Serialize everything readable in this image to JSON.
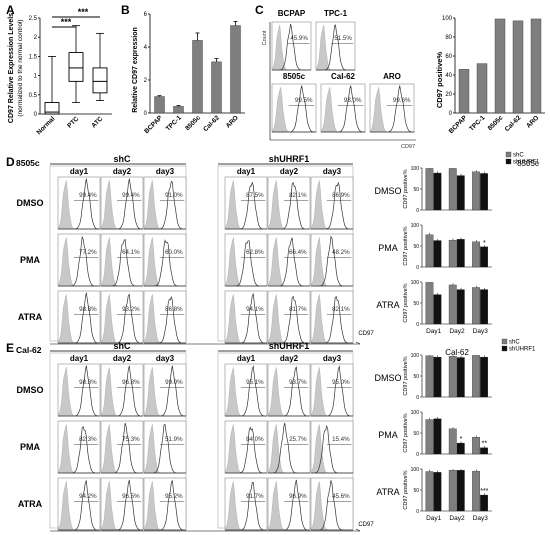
{
  "panels": {
    "A": {
      "letter": "A",
      "ylabel": "CD97 Relative Expression Levels",
      "ylabel2": "(normalized to the normal control)",
      "sig1": "***",
      "sig2": "***",
      "chart_data": {
        "type": "box",
        "categories": [
          "Normal",
          "PTC",
          "ATC"
        ],
        "yticks": [
          0,
          0.5,
          1,
          1.5,
          2,
          2.5
        ],
        "ylim": [
          0,
          2.5
        ],
        "boxes": [
          {
            "name": "Normal",
            "min": 0,
            "q1": 0,
            "median": 0.05,
            "q3": 0.3,
            "max": 1.5
          },
          {
            "name": "PTC",
            "min": 0.3,
            "q1": 0.85,
            "median": 1.2,
            "q3": 1.6,
            "max": 2.3
          },
          {
            "name": "ATC",
            "min": 0.35,
            "q1": 0.55,
            "median": 0.85,
            "q3": 1.2,
            "max": 2.1
          }
        ]
      }
    },
    "B": {
      "letter": "B",
      "ylabel": "Relative CD97 expression",
      "chart_data": {
        "type": "bar",
        "categories": [
          "BCPAP",
          "TPC-1",
          "8505c",
          "Cal-62",
          "ARO"
        ],
        "values": [
          1.0,
          0.4,
          4.4,
          3.1,
          5.3
        ],
        "errors": [
          0.05,
          0.05,
          0.45,
          0.2,
          0.25
        ],
        "yticks": [
          0,
          2,
          4,
          6
        ],
        "ylim": [
          0,
          6
        ]
      }
    },
    "C": {
      "letter": "C",
      "count_label": "Count",
      "axis_label": "CD97",
      "flow": [
        {
          "name": "BCPAP",
          "pct": "45.9%"
        },
        {
          "name": "TPC-1",
          "pct": "51.5%"
        },
        {
          "name": "8505c",
          "pct": "99.5%"
        },
        {
          "name": "Cal-62",
          "pct": "98.0%"
        },
        {
          "name": "ARO",
          "pct": "99.6%"
        }
      ],
      "ylabel": "CD97 positive%",
      "chart_data": {
        "type": "bar",
        "categories": [
          "BCPAP",
          "TPC-1",
          "8505c",
          "Cal-62",
          "ARO"
        ],
        "values": [
          46,
          52,
          99,
          97,
          99
        ],
        "yticks": [
          0,
          20,
          40,
          60,
          80,
          100
        ],
        "ylim": [
          0,
          100
        ]
      }
    },
    "D": {
      "letter": "D",
      "cell": "8505c",
      "groups": [
        "shC",
        "shUHRF1"
      ],
      "days": [
        "day1",
        "day2",
        "day3"
      ],
      "rows": [
        "DMSO",
        "PMA",
        "ATRA"
      ],
      "axis_label": "CD97",
      "pct": [
        [
          "99.4%",
          "99.4%",
          "91.0%",
          "87.5%",
          "82.1%",
          "86.9%"
        ],
        [
          "77.2%",
          "64.1%",
          "60.0%",
          "62.8%",
          "66.4%",
          "48.2%"
        ],
        [
          "98.8%",
          "93.2%",
          "86.8%",
          "94.1%",
          "81.7%",
          "82.1%"
        ]
      ],
      "bar_title": "8505c",
      "bar_ylabel": "CD97 positive%",
      "legend": [
        "shC",
        "shUHRF1"
      ],
      "day_labels": [
        "Day1",
        "Day2",
        "Day3"
      ],
      "chart_data": {
        "type": "bar",
        "categories": [
          "Day1",
          "Day2",
          "Day3"
        ],
        "subplots": [
          {
            "name": "DMSO",
            "yticks": [
              0,
              50,
              100
            ],
            "ylim": [
              0,
              100
            ],
            "series": [
              {
                "name": "shC",
                "values": [
                  99,
                  99,
                  91
                ]
              },
              {
                "name": "shUHRF1",
                "values": [
                  88,
                  82,
                  87
                ]
              }
            ],
            "stars": [
              "",
              "",
              ""
            ]
          },
          {
            "name": "PMA",
            "yticks": [
              0,
              50,
              100
            ],
            "ylim": [
              0,
              100
            ],
            "series": [
              {
                "name": "shC",
                "values": [
                  77,
                  64,
                  60
                ]
              },
              {
                "name": "shUHRF1",
                "values": [
                  63,
                  66,
                  48
                ]
              }
            ],
            "stars": [
              "",
              "",
              "*"
            ]
          },
          {
            "name": "ATRA",
            "yticks": [
              0,
              50,
              100
            ],
            "ylim": [
              0,
              100
            ],
            "series": [
              {
                "name": "shC",
                "values": [
                  99,
                  93,
                  87
                ]
              },
              {
                "name": "shUHRF1",
                "values": [
                  70,
                  82,
                  82
                ]
              }
            ],
            "stars": [
              "",
              "",
              ""
            ]
          }
        ]
      }
    },
    "E": {
      "letter": "E",
      "cell": "Cal-62",
      "groups": [
        "shC",
        "shUHRF1"
      ],
      "days": [
        "day1",
        "day2",
        "day3"
      ],
      "rows": [
        "DMSO",
        "PMA",
        "ATRA"
      ],
      "axis_label": "CD97",
      "pct": [
        [
          "98.3%",
          "96.8%",
          "99.0%",
          "95.1%",
          "93.7%",
          "95.0%"
        ],
        [
          "82.3%",
          "75.3%",
          "51.9%",
          "84.0%",
          "25.7%",
          "15.4%"
        ],
        [
          "94.2%",
          "96.5%",
          "95.2%",
          "91.7%",
          "96.9%",
          "45.6%"
        ]
      ],
      "bar_title": "Cal-62",
      "bar_ylabel": "CD97 positive%",
      "legend": [
        "shC",
        "shUHRF1"
      ],
      "day_labels": [
        "Day1",
        "Day2",
        "Day3"
      ],
      "chart_data": {
        "type": "bar",
        "categories": [
          "Day1",
          "Day2",
          "Day3"
        ],
        "subplots": [
          {
            "name": "DMSO",
            "yticks": [
              0,
              50,
              100
            ],
            "ylim": [
              0,
              100
            ],
            "series": [
              {
                "name": "shC",
                "values": [
                  98,
                  97,
                  99
                ]
              },
              {
                "name": "shUHRF1",
                "values": [
                  95,
                  94,
                  95
                ]
              }
            ],
            "stars": [
              "",
              "",
              ""
            ]
          },
          {
            "name": "PMA",
            "yticks": [
              0,
              50,
              100
            ],
            "ylim": [
              0,
              100
            ],
            "series": [
              {
                "name": "shC",
                "values": [
                  82,
                  60,
                  40
                ]
              },
              {
                "name": "shUHRF1",
                "values": [
                  84,
                  26,
                  15
                ]
              }
            ],
            "stars": [
              "",
              "*",
              "**"
            ]
          },
          {
            "name": "ATRA",
            "yticks": [
              0,
              50,
              100
            ],
            "ylim": [
              0,
              100
            ],
            "series": [
              {
                "name": "shC",
                "values": [
                  94,
                  97,
                  95
                ]
              },
              {
                "name": "shUHRF1",
                "values": [
                  92,
                  97,
                  38
                ]
              }
            ],
            "stars": [
              "",
              "",
              "***"
            ]
          }
        ]
      }
    }
  }
}
